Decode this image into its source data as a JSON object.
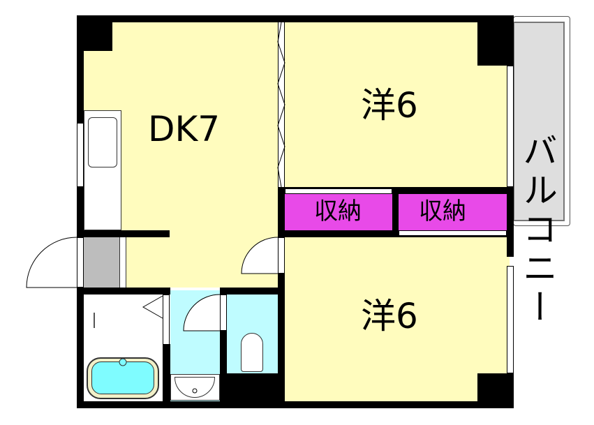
{
  "floor_plan": {
    "rooms": [
      {
        "id": "dk",
        "label": "DK7",
        "type": "dining-kitchen",
        "size_jo": 7
      },
      {
        "id": "western-top",
        "label": "洋6",
        "type": "western-room",
        "size_jo": 6
      },
      {
        "id": "western-bottom",
        "label": "洋6",
        "type": "western-room",
        "size_jo": 6
      },
      {
        "id": "storage-left",
        "label": "収納",
        "type": "storage"
      },
      {
        "id": "storage-right",
        "label": "収納",
        "type": "storage"
      },
      {
        "id": "balcony",
        "label": "バルコニー",
        "type": "balcony"
      }
    ],
    "fixtures": [
      "kitchen-sink",
      "bathtub",
      "washbasin",
      "toilet",
      "shower"
    ],
    "colors": {
      "room_fill": "#fffcbe",
      "wet_area_fill": "#bffcff",
      "storage_fill": "#e84ae8",
      "balcony_fill": "#dedede",
      "entrance_fill": "#bdbdbd",
      "wall": "#000000",
      "bathtub_water": "#7ffcff"
    }
  }
}
